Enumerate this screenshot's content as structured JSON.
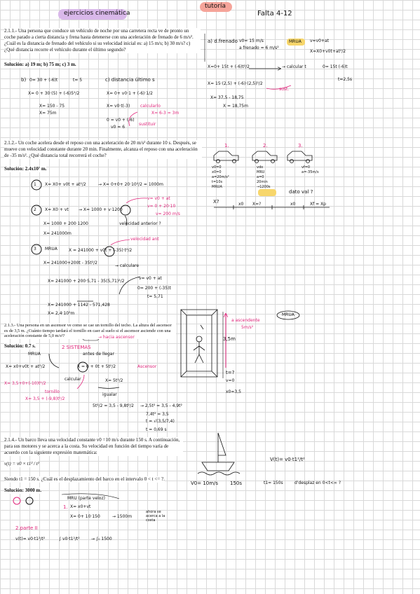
{
  "header": {
    "title": "ejercicios cinemática",
    "tag": "tutoría",
    "date": "Falta 4-12"
  },
  "colors": {
    "title_highlight": "#d9b8ea",
    "tag_highlight": "#f5a49a",
    "yellow": "#f7d66b",
    "ink": "#111111",
    "accent_pink": "#e0247a"
  },
  "problem1": {
    "statement": "2.1.1.- Una persona que conduce un vehículo de noche por una carretera recta ve de pronto un coche parado a cierta distancia y frena hasta detenerse con una aceleración de frenado de 6 m/s². ¿Cuál es la distancia de frenado del vehículo si su velocidad inicial es: a) 15 m/s; b) 30 m/s? c) ¿Qué distancia recorre el vehículo durante el último segundo?",
    "solution": "Solución: a) 19 m; b) 75 m; c) 3 m.",
    "notes": {
      "a_label": "a) d.frenado",
      "a_v0": "v0= 15 m/s",
      "a_acc": "a frenado = 6 m/s²",
      "a_mrua": "MRUA",
      "a_vel": "v=v0+at",
      "a_pos": "X=X0+v0t+at²/2",
      "a_eq": "X=0+ 15t + (-6)t²/2",
      "a_calc": "→ calcular t",
      "a_t_eq": "0= 15t (-6)t",
      "a_t_res": "t=2,5s",
      "a_sub": "X= 15·(2,5) + (-6)·(2,5)²/2",
      "a_sub_note": "sust.",
      "a_num": "X= 37,5 - 18,75",
      "a_res": "X = 18,75m",
      "b_label": "b)",
      "b_eq": "0= 30 + (-6)t",
      "b_t": "t= 5",
      "b_sub": "X= 0 + 30·(5) + (-6)5²/2",
      "b_num": "X= 150 - 75",
      "b_res": "X= 75m",
      "c_label": "c) distancia último s",
      "c_eq1": "X= 0+ v0·1 + (-6)·1/2",
      "c_eq2": "X= v0·t(-3)",
      "c_calc": "calcularlo",
      "c_eq3": "0 = v0 + (-6)",
      "c_v0": "v0 = 6",
      "c_res": "X= 6-3 = 3m",
      "c_note": "sustituir"
    }
  },
  "problem2": {
    "statement": "2.1.2.- Un coche acelera desde el reposo con una aceleración de 20 m/s² durante 10 s. Después, se mueve con velocidad constante durante 20 min. Finalmente, alcanza el reposo con una aceleración de -35 m/s². ¿Qué distancia total recorrerá el coche?",
    "solution": "Solución: 2.4x10⁷ m.",
    "notes": {
      "n1": "1.",
      "n2": "2.",
      "n3": "3.",
      "car1": [
        "v0=0",
        "x0=0",
        "a=20m/s²",
        "t=10s",
        "MRUA"
      ],
      "car2": [
        "vdo",
        "MRU",
        "a=0",
        "20min",
        "→1200s"
      ],
      "car3": [
        "vf=0",
        "a=-35m/s"
      ],
      "x_q": "X?",
      "x0": "x0",
      "x_q2": "X=?",
      "x0b": "x0",
      "xf": "Xf = Xp",
      "dato": "dato val ?",
      "step1": "X= X0+ v0t + at²/2",
      "step1b": "→ X= 0+0+ 20·10²/2 = 1000m",
      "step2": "X= X0 + vt",
      "step2b": "→ X= 1000 + v·1200",
      "step2c": "v= v0 + at",
      "step2d": "v= 0 + 20·10",
      "step2e": "v= 200 m/s",
      "step2f": "velocidad anterior ?",
      "step2g": "X= 1000 + 200·1200",
      "step2h": "X= 241000m",
      "step3": "MRUA",
      "step3b": "X = 241000 + v0t + (-35)·t²/2",
      "step3c": "velocidad ant",
      "step3d": "X= 241000+200t - 35t²/2",
      "step3e": "→ calculare",
      "step3f": "v= v0 + at",
      "step3g": "0= 200 + (-35)t",
      "step3h": "t= 5,71",
      "step3i": "X= 241000 + 200·5,71 - 35(5,71)²/2",
      "step3j": "X= 241000 + 1142 - 571,428",
      "step3k": "X= 2,4·10⁵m"
    }
  },
  "problem3": {
    "statement": "2.1.3.- Una persona en un ascensor ve como se cae un tornillo del techo. La altura del ascensor es de 3,5 m. ¿Cuánto tiempo tardará el tornillo en caer al suelo si el ascensor asciende con una aceleración constante de 5,0 m/s²?",
    "solution": "Solución: 0.7 s.",
    "notes": {
      "mrua": "MRUA",
      "label": "2 SISTEMAS",
      "arrow_up": "a ascendente",
      "arrow_up2": "5m/s²",
      "height": "3,5m",
      "mrua2": "MRUA",
      "hasc": "→ hacia ascensor",
      "t_q": "t=?",
      "v0": "v=0",
      "x0": "x0=3,5",
      "eq1": "X= x0+v0t + at²/2",
      "eq_mid": "X = 0 + 0t + 5t²/2",
      "asc": "Ascensor",
      "calc": "calcular",
      "left1": "X= 3,5+0+(-10)t²/2",
      "tornillo": "tornillo",
      "left2": "X= 3,5 + (-9,8)t²/2",
      "igualar": "igualar",
      "eq2": "X= 5t²/2",
      "eq3": "5t²/2 = 3,5 - 9,8t²/2",
      "eq4": "→ 2,5t² = 3,5 - 4,9t²",
      "eq5": "7,4t² = 3,5",
      "eq6": "t = √(3,5/7,4)",
      "eq7": "t = 0,69 s",
      "above": "antes de llegar"
    }
  },
  "problem4": {
    "statement": "2.1.4.- Un barco lleva una velocidad constante v0 =10 m/s durante 150 s. A continuación, para sus motores y se acerca a la costa. Su velocidad en función del tiempo varía de acuerdo con la siguiente expresión matemática:",
    "formula": "v(t) = v0 × t1² / t²",
    "statement2": "Siendo t1 = 150 s. ¿Cuál es el desplazamiento del barco en el intervalo 0 < t <= ?.",
    "solution": "Solución: 3000 m.",
    "notes": {
      "v_formula": "V(t)= v0·t1²/t²",
      "v0": "V0= 10m/s",
      "t150": "150s",
      "t1": "t1= 150s",
      "desp": "d'desplaz en 0<t<∞ ?",
      "part1": "1.",
      "mru": "MRU (parte veloz)",
      "mru1": "X= x0+vt",
      "mru2": "X= 0+ 10·150",
      "mru3": "→ 1500m",
      "mru4": "ahora se acerca a la costa",
      "part2": "2.parte II",
      "int1": "v(t)= v0·t1²/t²",
      "int2": "∫ v0·t1²/t²",
      "int3": "→ ∫₀ 1500"
    }
  }
}
